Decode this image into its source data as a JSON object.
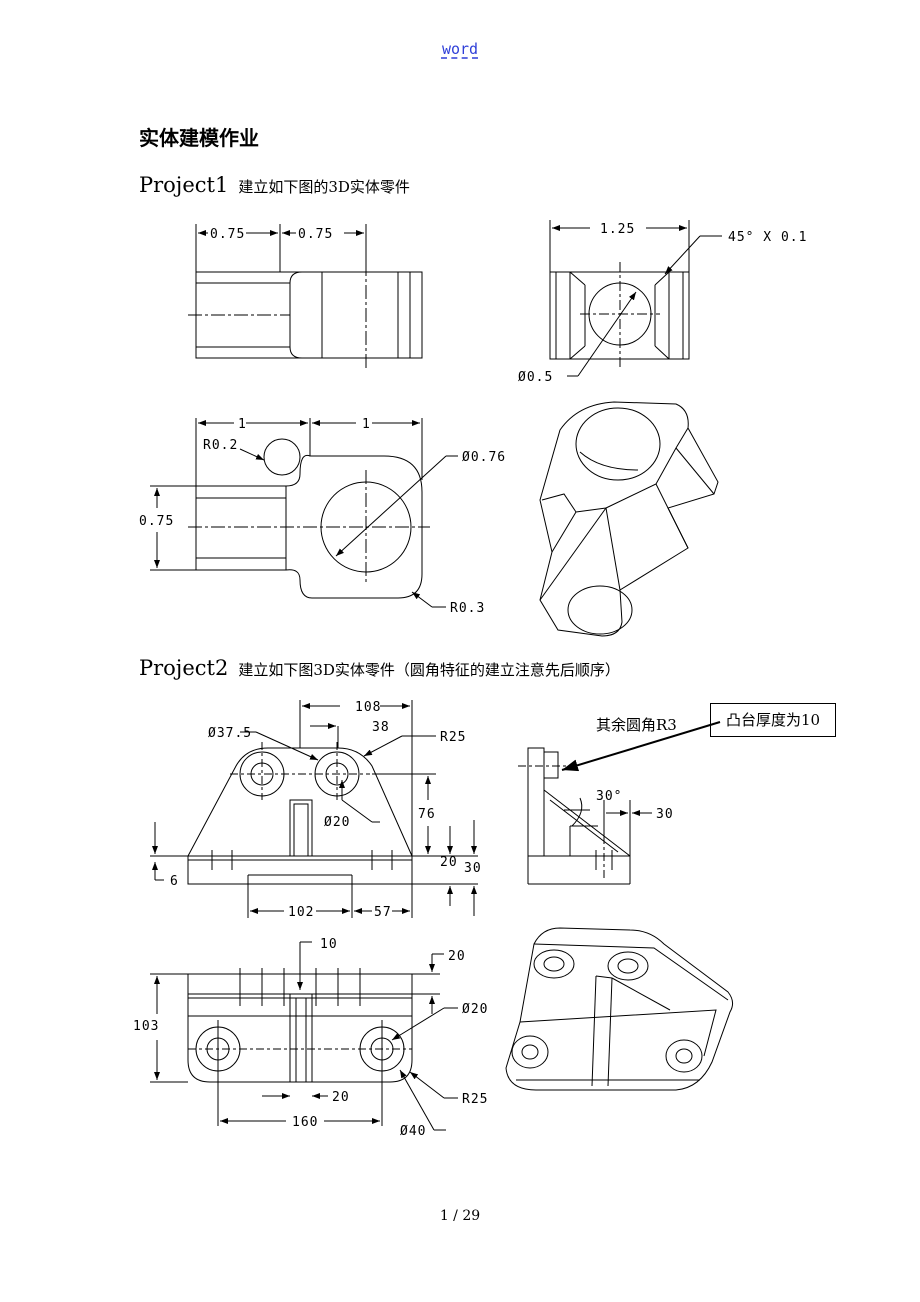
{
  "header": {
    "link_text": "word"
  },
  "doc_title": "实体建模作业",
  "project1": {
    "label": "Project1",
    "desc": "建立如下图的3D实体零件",
    "dims": {
      "top_left_a": "0.75",
      "top_left_b": "0.75",
      "top_right_w": "1.25",
      "chamfer": "45° X 0.1",
      "hole_dia": "Ø0.5",
      "bottom_a": "1",
      "bottom_b": "1",
      "r_small": "R0.2",
      "dia_big": "Ø0.76",
      "height": "0.75",
      "r_corner": "R0.3"
    }
  },
  "project2": {
    "label": "Project2",
    "desc": "建立如下图3D实体零件（圆角特征的建立注意先后顺序）",
    "other_fillet_note": "其余圆角R3",
    "boss_note": "凸台厚度为10",
    "dims": {
      "d108": "108",
      "d38": "38",
      "d375": "Ø37.5",
      "r25a": "R25",
      "d20a": "Ø20",
      "d76": "76",
      "d20b": "20",
      "d30a": "30",
      "d6": "6",
      "d102": "102",
      "d57": "57",
      "ang30": "30°",
      "d30b": "30",
      "d10": "10",
      "d20c": "20",
      "d103": "103",
      "d20d": "Ø20",
      "d20e": "20",
      "d160": "160",
      "r25b": "R25",
      "d40": "Ø40"
    }
  },
  "footer": {
    "page": "1 / 29"
  }
}
